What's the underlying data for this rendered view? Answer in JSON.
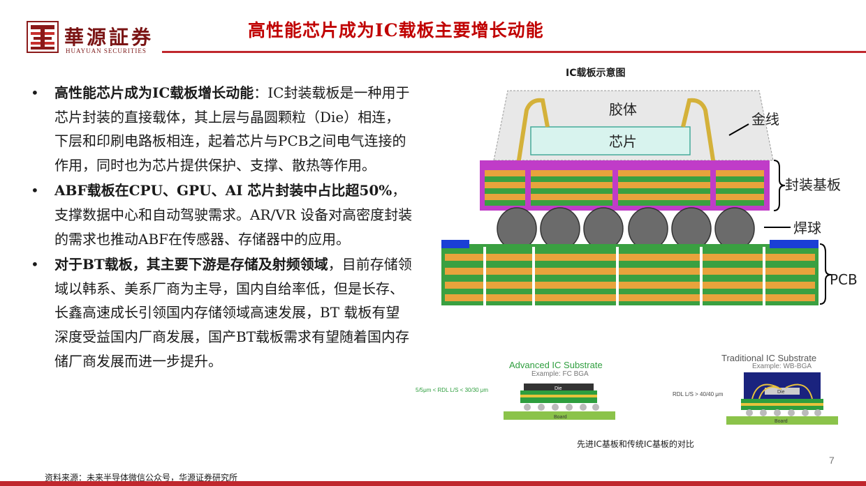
{
  "header": {
    "logo_cn": "華源証券",
    "logo_en": "HUAYUAN SECURITIES",
    "title": "高性能芯片成为IC载板主要增长动能"
  },
  "bullets": [
    {
      "bold": "高性能芯片成为IC载板增长动能",
      "text": "：IC封装载板是一种用于芯片封装的直接载体，其上层与晶圆颗粒（Die）相连，下层和印刷电路板相连，起着芯片与PCB之间电气连接的作用，同时也为芯片提供保护、支撑、散热等作用。"
    },
    {
      "bold": "ABF载板在CPU、GPU、AI 芯片封装中占比超50%",
      "text": "，支撑数据中心和自动驾驶需求。AR/VR 设备对高密度封装的需求也推动ABF在传感器、存储器中的应用。"
    },
    {
      "bold": "对于BT载板，其主要下游是存储及射频领域",
      "text": "，目前存储领域以韩系、美系厂商为主导，国内自给率低，但是长存、长鑫高速成长引领国内存储领域高速发展，BT 载板有望深度受益国内厂商发展，国产BT载板需求有望随着国内存储厂商发展而进一步提升。"
    }
  ],
  "diagram": {
    "title": "IC载板示意图",
    "labels": {
      "encapsulant": "胶体",
      "chip": "芯片",
      "gold_wire": "金线",
      "substrate": "封装基板",
      "solder_ball": "焊球",
      "pcb": "PCB"
    }
  },
  "comparison": {
    "advanced_title": "Advanced IC Substrate",
    "advanced_example": "Example: FC BGA",
    "advanced_rdl": "5/5μm < RDL L/S < 30/30 μm",
    "traditional_title": "Traditional IC Substrate",
    "traditional_example": "Example: WB-BGA",
    "traditional_rdl": "RDL L/S > 40/40 μm",
    "die_label": "Die",
    "board_label": "Board",
    "caption": "先进IC基板和传统IC基板的对比"
  },
  "footer": {
    "page_number": "7",
    "source": "资料来源：未来半导体微信公众号，华源证券研究所"
  },
  "colors": {
    "brand_red": "#c00000",
    "logo_red": "#7a1414",
    "advanced_green": "#2e9e3e",
    "substrate_magenta": "#c03cc8"
  }
}
